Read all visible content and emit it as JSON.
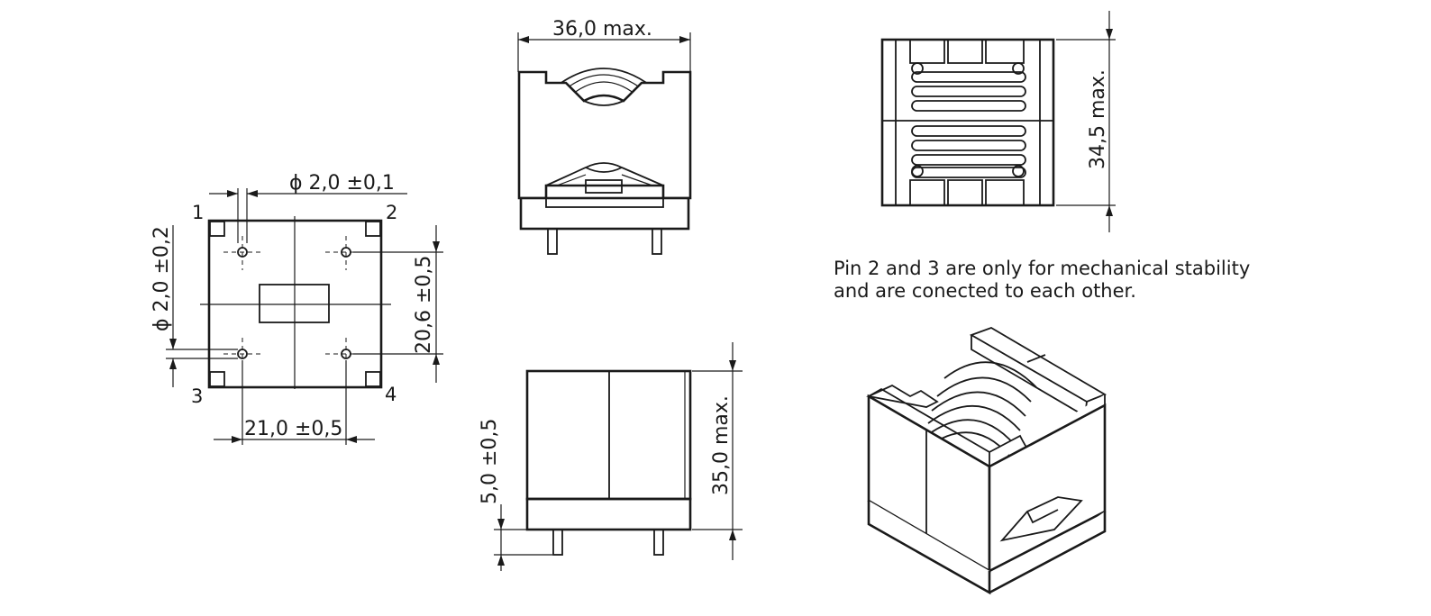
{
  "bottom_view": {
    "hole_diameter_h": "ϕ 2,0 ±0,1",
    "hole_diameter_v": "ϕ 2,0 ±0,2",
    "pitch_horizontal": "21,0 ±0,5",
    "pitch_vertical": "20,6 ±0,5",
    "pins": [
      "1",
      "2",
      "3",
      "4"
    ]
  },
  "front_view": {
    "width": "36,0  max."
  },
  "side_view": {
    "height": "34,5  max."
  },
  "lower_view": {
    "height": "35,0  max.",
    "pin_length": "5,0 ±0,5"
  },
  "note": {
    "line1": "Pin 2 and 3 are only for mechanical stability",
    "line2": "and are conected to each other."
  }
}
